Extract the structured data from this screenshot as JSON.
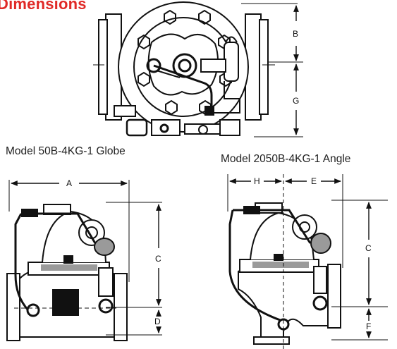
{
  "heading": "Dimensions",
  "captions": {
    "globe": "Model 50B-4KG-1 Globe",
    "angle": "Model 2050B-4KG-1 Angle"
  },
  "dimension_labels": {
    "B": "B",
    "G": "G",
    "A": "A",
    "C_globe": "C",
    "D": "D",
    "H": "H",
    "E": "E",
    "C_angle": "C",
    "F": "F"
  },
  "colors": {
    "heading": "#e02a27",
    "line": "#111111",
    "shade": "#9a9a9a"
  }
}
